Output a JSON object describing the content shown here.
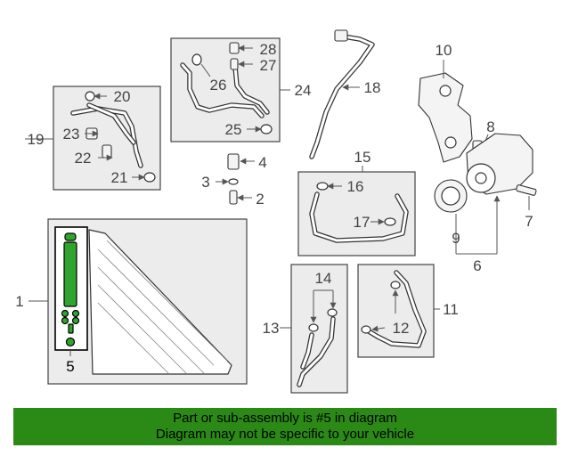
{
  "callouts": {
    "c1": "1",
    "c2": "2",
    "c3": "3",
    "c4": "4",
    "c5": "5",
    "c6": "6",
    "c7": "7",
    "c8": "8",
    "c9": "9",
    "c10": "10",
    "c11": "11",
    "c12": "12",
    "c13": "13",
    "c14": "14",
    "c15": "15",
    "c16": "16",
    "c17": "17",
    "c18": "18",
    "c19": "19",
    "c20": "20",
    "c21": "21",
    "c22": "22",
    "c23": "23",
    "c24": "24",
    "c25": "25",
    "c26": "26",
    "c27": "27",
    "c28": "28"
  },
  "highlighted_part": "5",
  "colors": {
    "highlight": "#2fa52f",
    "banner": "#2b8a16"
  },
  "banner": {
    "line1": "Part or sub-assembly is #5 in diagram",
    "line2": "Diagram may not be specific to your vehicle"
  }
}
